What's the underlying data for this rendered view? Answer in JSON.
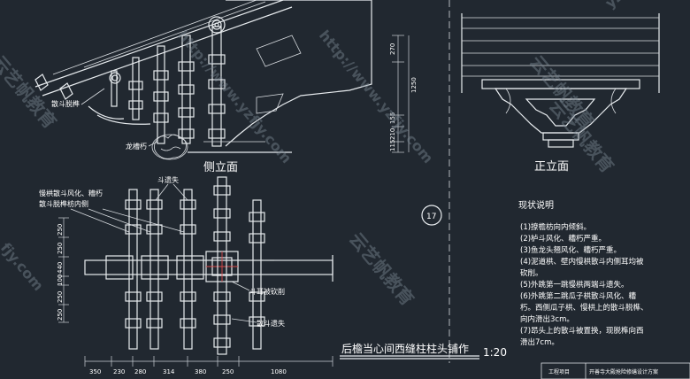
{
  "labels": {
    "side_elevation": "侧立面",
    "front_elevation": "正立面",
    "plan_title": "后檐当心间西缝柱柱头铺作",
    "scale": "1:20",
    "dou_detached": "散斗脱榫",
    "dragon_decay": "龙槽朽",
    "dou_lost_top": "斗遗失",
    "mangong_weathered": "慢栱散斗风化、糟朽",
    "dou_tenon_mid": "散斗脱榫枋内侧",
    "ear_cut": "斗耳被砍削",
    "dou_lost_bottom": "散斗遗失",
    "circle_num": "17"
  },
  "dims_vertical_left": [
    "250",
    "250",
    "440",
    "100",
    "250",
    "250"
  ],
  "dims_vertical_mid": [
    "270",
    "1250",
    "155",
    "210",
    "115"
  ],
  "dims_horizontal": [
    "350",
    "230",
    "280",
    "314",
    "380",
    "250",
    "1080"
  ],
  "notes": {
    "title": "现状说明",
    "items": [
      "(1)撩檐枋向内倾斜。",
      "(2)栌斗风化、糟朽严重。",
      "(3)鱼龙头翘风化、糟朽严重。",
      "(4)泥道栱、壁内慢栱散斗内侧耳均被",
      "砍削。",
      "(5)外跳第一跳慢栱两端斗遗失。",
      "(6)外跳第二跳瓜子栱散斗风化、糟",
      "朽。西侧瓜子栱、慢栱上的散斗脱榫、",
      "向内滑出3cm。",
      "(7)昂头上的散斗被置换，现脱榫向西",
      "滑出7cm。"
    ]
  },
  "titleblock": {
    "cell1": "工程项目",
    "cell2": "开善寺大殿抢险修缮设计方案"
  },
  "watermarks": [
    "云艺帆教育",
    "http://www.yzfjy.com",
    "云艺帆教育",
    "http://www.yzfjy.com",
    "云艺帆教育",
    "yzfjy.com",
    "云艺帆教育",
    "fjy.com"
  ]
}
